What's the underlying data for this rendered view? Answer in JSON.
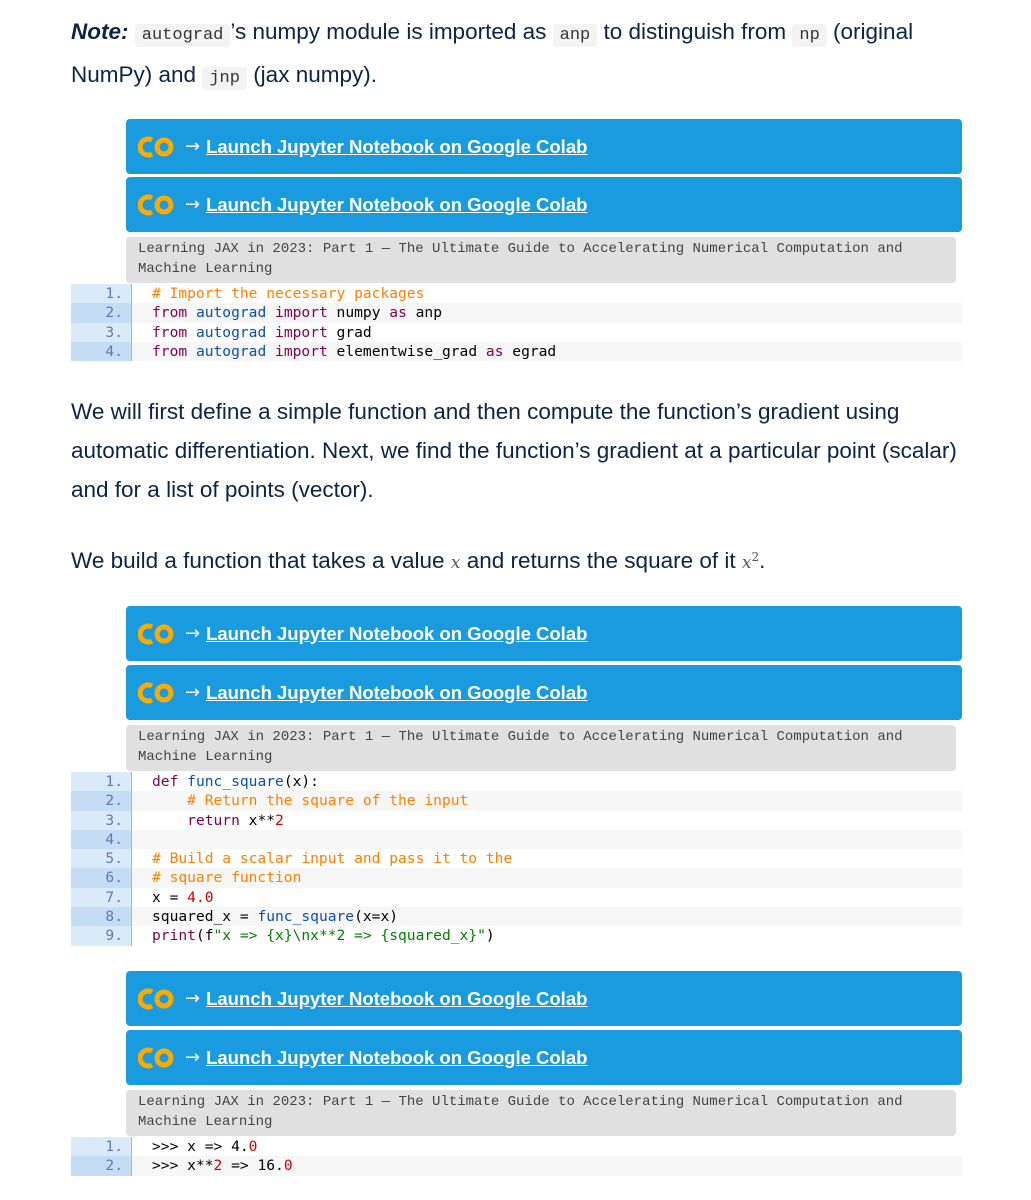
{
  "note": {
    "label": "Note:",
    "t1": "autograd",
    "t2": "’s numpy module is imported as",
    "t3": "anp",
    "t4": "to distinguish from",
    "t5": "np",
    "t6": "(original NumPy) and",
    "t7": "jnp",
    "t8": "(jax numpy)."
  },
  "colab_link_text": "Launch Jupyter Notebook on Google Colab",
  "colab_arrow": "→",
  "caption_text": "Learning JAX in 2023: Part 1 — The Ultimate Guide to Accelerating Numerical Computation and Machine Learning",
  "para1": "We will first define a simple function and then compute the function’s gradient using automatic differentiation. Next, we find the function’s gradient at a particular point (scalar) and for a list of points (vector).",
  "para2": {
    "before": "We build a function that takes a value",
    "var": "x",
    "middle": "and returns the square of it",
    "sq_var": "x",
    "sq_exp": "2",
    "after": "."
  },
  "code_blocks": [
    {
      "id": "block1",
      "lines": [
        {
          "no": "1.",
          "tokens": [
            {
              "t": "# Import the necessary packages",
              "c": "com"
            }
          ]
        },
        {
          "no": "2.",
          "tokens": [
            {
              "t": "from",
              "c": "kw"
            },
            {
              "t": " "
            },
            {
              "t": "autograd",
              "c": "fn"
            },
            {
              "t": " "
            },
            {
              "t": "import",
              "c": "kw"
            },
            {
              "t": " numpy "
            },
            {
              "t": "as",
              "c": "kw"
            },
            {
              "t": " anp"
            }
          ]
        },
        {
          "no": "3.",
          "tokens": [
            {
              "t": "from",
              "c": "kw"
            },
            {
              "t": " "
            },
            {
              "t": "autograd",
              "c": "fn"
            },
            {
              "t": " "
            },
            {
              "t": "import",
              "c": "kw"
            },
            {
              "t": " grad"
            }
          ]
        },
        {
          "no": "4.",
          "tokens": [
            {
              "t": "from",
              "c": "kw"
            },
            {
              "t": " "
            },
            {
              "t": "autograd",
              "c": "fn"
            },
            {
              "t": " "
            },
            {
              "t": "import",
              "c": "kw"
            },
            {
              "t": " elementwise_grad "
            },
            {
              "t": "as",
              "c": "kw"
            },
            {
              "t": " egrad"
            }
          ]
        }
      ]
    },
    {
      "id": "block2",
      "lines": [
        {
          "no": "1.",
          "tokens": [
            {
              "t": "def",
              "c": "kw"
            },
            {
              "t": " "
            },
            {
              "t": "func_square",
              "c": "fn"
            },
            {
              "t": "(x):"
            }
          ]
        },
        {
          "no": "2.",
          "tokens": [
            {
              "t": "    "
            },
            {
              "t": "# Return the square of the input",
              "c": "com"
            }
          ]
        },
        {
          "no": "3.",
          "tokens": [
            {
              "t": "    "
            },
            {
              "t": "return",
              "c": "kw"
            },
            {
              "t": " x**"
            },
            {
              "t": "2",
              "c": "num"
            }
          ]
        },
        {
          "no": "4.",
          "tokens": [
            {
              "t": ""
            }
          ]
        },
        {
          "no": "5.",
          "tokens": [
            {
              "t": "# Build a scalar input and pass it to the",
              "c": "com"
            }
          ]
        },
        {
          "no": "6.",
          "tokens": [
            {
              "t": "# square function",
              "c": "com"
            }
          ]
        },
        {
          "no": "7.",
          "tokens": [
            {
              "t": "x = "
            },
            {
              "t": "4.0",
              "c": "num"
            }
          ]
        },
        {
          "no": "8.",
          "tokens": [
            {
              "t": "squared_x = "
            },
            {
              "t": "func_square",
              "c": "fn"
            },
            {
              "t": "(x=x)"
            }
          ]
        },
        {
          "no": "9.",
          "tokens": [
            {
              "t": "print",
              "c": "kw"
            },
            {
              "t": "(f"
            },
            {
              "t": "\"x => {x}\\nx**2 => {squared_x}\"",
              "c": "str"
            },
            {
              "t": ")"
            }
          ]
        }
      ]
    },
    {
      "id": "block3",
      "lines": [
        {
          "no": "1.",
          "tokens": [
            {
              "t": ">>> x => 4."
            },
            {
              "t": "0",
              "c": "num"
            }
          ]
        },
        {
          "no": "2.",
          "tokens": [
            {
              "t": ">>> x**"
            },
            {
              "t": "2",
              "c": "num"
            },
            {
              "t": " => 16."
            },
            {
              "t": "0",
              "c": "num"
            }
          ]
        }
      ]
    }
  ],
  "colors": {
    "colab_bg": "#1a9be0",
    "text": "#0b2447",
    "comment": "#ff8000",
    "keyword": "#7f0055",
    "function": "#0a4fb0",
    "number": "#d00000",
    "string": "#008000"
  },
  "icons": {
    "colab": "colab-logo-icon"
  }
}
